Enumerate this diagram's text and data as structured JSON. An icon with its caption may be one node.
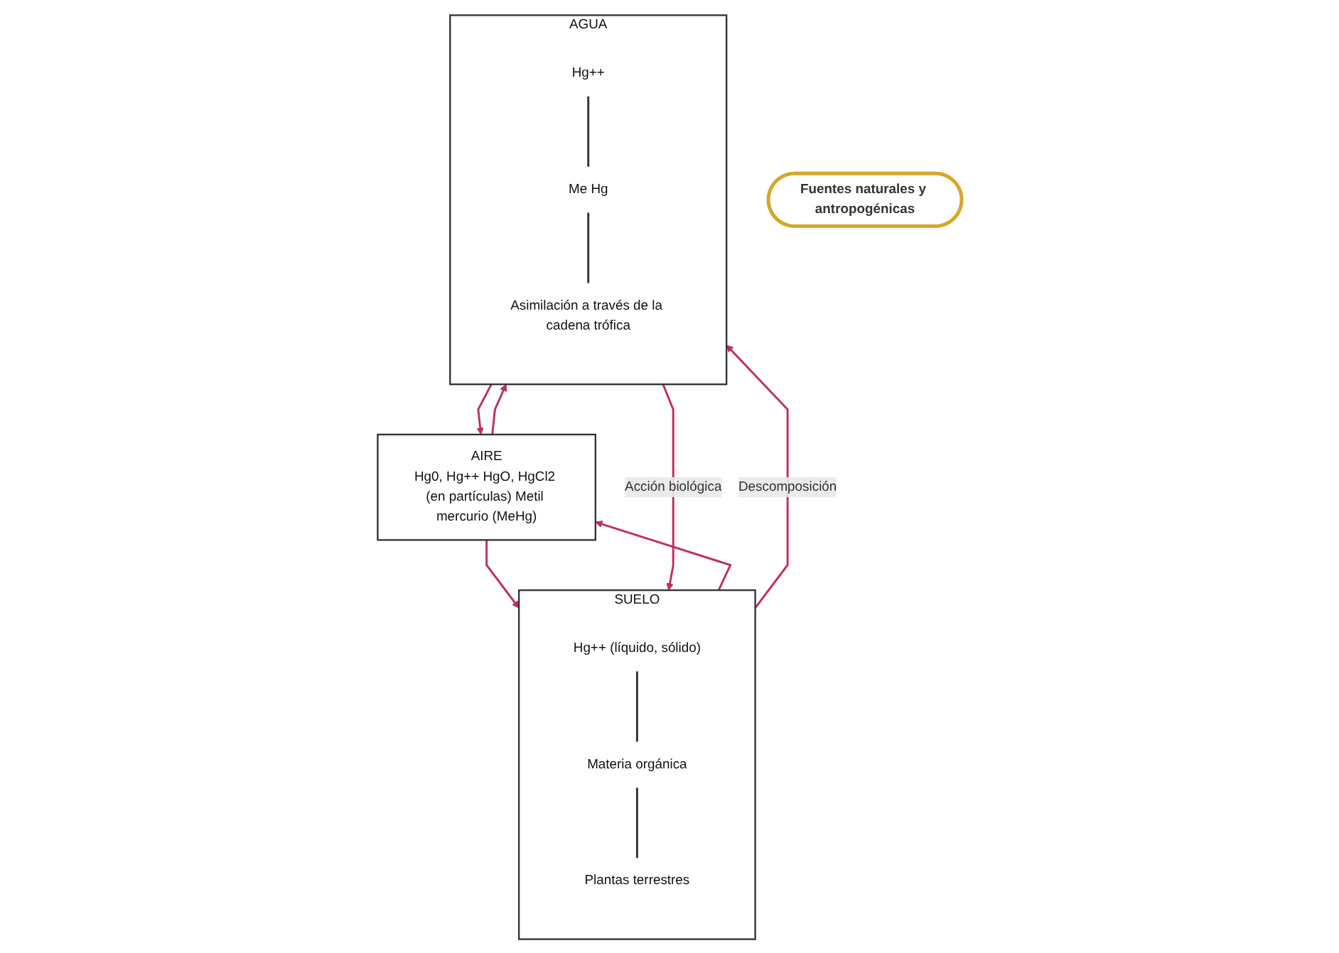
{
  "diagram": {
    "nodes": [
      {
        "text": [
          "AIRE",
          "Hg0, Hg++ HgO, HgCl2 (en partículas) Metil mercurio (MeHg)"
        ]
      },
      {
        "text": [
          "Fuentes naturales y antropogénicas"
        ]
      },
      {
        "text": [
          "SUELO"
        ]
      },
      {
        "text": [
          "Hg++ (líquido, sólido)"
        ],
        "in": 2
      },
      {
        "text": [
          "Materia orgánica"
        ],
        "in": 2
      },
      {
        "text": [
          "Plantas terrestres"
        ],
        "in": 2
      },
      {
        "text": [
          "AGUA"
        ]
      },
      {
        "text": [
          "Hg++"
        ],
        "in": 6
      },
      {
        "text": [
          "Me Hg"
        ],
        "in": 6
      },
      {
        "text": [
          "Asimilación a través de la cadena trófica"
        ],
        "in": 6
      }
    ],
    "edges": [
      {
        "from": 0,
        "to": 2,
        "arrow": "to"
      },
      {
        "from": 2,
        "to": 0,
        "arrow": "to"
      },
      {
        "from": 0,
        "to": 6,
        "arrow": "to"
      },
      {
        "from": 6,
        "to": 0,
        "arrow": "to"
      },
      {
        "from": 2,
        "to": 6,
        "arrow": "to",
        "label": "Descomposición"
      },
      {
        "from": 6,
        "to": 2,
        "arrow": "to",
        "label": "Acción biológica"
      },
      {
        "from": 3,
        "to": 4,
        "arrow": "none",
        "color": "#333333"
      },
      {
        "from": 4,
        "to": 5,
        "arrow": "none",
        "color": "#333333"
      },
      {
        "from": 7,
        "to": 8,
        "arrow": "none",
        "color": "#333333"
      },
      {
        "from": 8,
        "to": 9,
        "arrow": "none",
        "color": "#333333"
      }
    ]
  }
}
